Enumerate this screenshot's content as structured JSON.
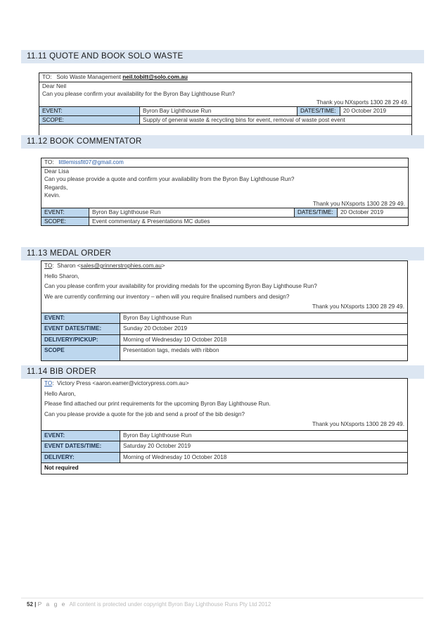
{
  "sections": [
    {
      "heading": "11.11 QUOTE AND BOOK SOLO WASTE",
      "to_label": "TO:",
      "to_name": "Solo Waste Management",
      "to_email": "neil.tobitt@solo.com.au",
      "body": [
        "Dear Neil",
        "Can you please confirm your availability for the Byron Bay Lighthouse Run?"
      ],
      "signoff": "Thank you NXsports 1300 28 29 49.",
      "event_label": "EVENT:",
      "event": "Byron Bay Lighthouse Run",
      "dates_label": "DATES/TIME:",
      "dates": "20 October 2019",
      "scope_label": "SCOPE:",
      "scope": "Supply of general waste & recycling bins for event, removal of waste post event"
    },
    {
      "heading": "11.12 BOOK COMMENTATOR",
      "to_label": "TO:",
      "to_email": "littlemissfit07@gmail.com",
      "body": [
        "Dear Lisa",
        "Can you please provide a quote and confirm your availability from the Byron Bay Lighthouse Run?",
        "Regards,",
        "Kevin."
      ],
      "signoff": "Thank you NXsports 1300 28 29 49.",
      "event_label": "EVENT:",
      "event": "Byron Bay Lighthouse Run",
      "dates_label": "DATES/TIME:",
      "dates": "20 October 2019",
      "scope_label": "SCOPE:",
      "scope": "Event commentary & Presentations MC duties"
    },
    {
      "heading": "11.13 MEDAL ORDER",
      "to_label": "TO",
      "to_name": "Sharon <",
      "to_email": "sales@grinnerstrophies.com.au",
      "to_end": ">",
      "body": [
        "Hello Sharon,",
        "Can you please confirm your availability for providing medals for the upcoming Byron Bay Lighthouse Run?",
        "We are currently confirming our inventory – when will you require finalised numbers and design?"
      ],
      "signoff": "Thank you NXsports 1300 28 29 49.",
      "rows": [
        {
          "label": "EVENT:",
          "value": "Byron Bay Lighthouse Run"
        },
        {
          "label": "EVENT DATES/TIME:",
          "value": "Sunday 20 October 2019"
        },
        {
          "label": "DELIVERY/PICKUP:",
          "value": "Morning of Wednesday 10 October 2018"
        },
        {
          "label": "SCOPE",
          "value": "Presentation tags, medals with ribbon"
        }
      ]
    },
    {
      "heading": "11.14 BIB ORDER",
      "to_label": "TO",
      "to_name": "Victory Press <aaron.eamer@victorypress.com.au>",
      "body": [
        "Hello Aaron,",
        "Please find attached our print requirements for the upcoming Byron Bay Lighthouse Run.",
        "Can you please provide a quote for the job and send a proof of the bib design?"
      ],
      "signoff": "Thank you NXsports 1300 28 29 49.",
      "rows": [
        {
          "label": "EVENT:",
          "value": "Byron Bay Lighthouse Run"
        },
        {
          "label": "EVENT DATES/TIME:",
          "value": "Saturday 20 October 2019"
        },
        {
          "label": "DELIVERY:",
          "value": "Morning of Wednesday 10 October 2018"
        }
      ],
      "note": "Not required"
    }
  ],
  "footer": {
    "page": "52",
    "sep": "|",
    "page_word": "P a g e",
    "copyright": "All content is protected under copyright Byron Bay Lighthouse Runs Pty Ltd 2012"
  }
}
